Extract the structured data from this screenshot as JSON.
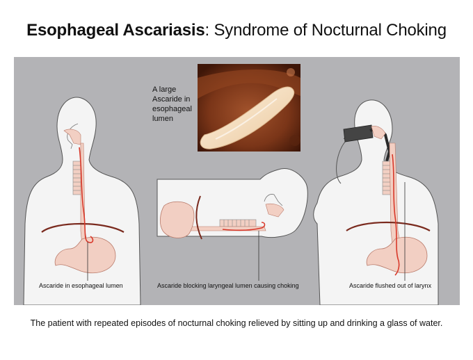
{
  "title": {
    "bold": "Esophageal Ascariasis",
    "rest": ": Syndrome of Nocturnal Choking"
  },
  "photo_label": "A large Ascaride in esophageal lumen",
  "captions": {
    "left": "Ascaride in esophageal lumen",
    "middle": "Ascaride blocking laryngeal lumen causing choking",
    "right": "Ascaride flushed out of larynx"
  },
  "footer": "The patient with repeated episodes of nocturnal choking relieved by sitting up and drinking a glass of water.",
  "colors": {
    "panel": "#b3b3b6",
    "body_fill": "#f4f4f4",
    "organ_fill": "#f2cfc3",
    "worm": "#d8382a",
    "diaphragm": "#7a2a1e"
  }
}
